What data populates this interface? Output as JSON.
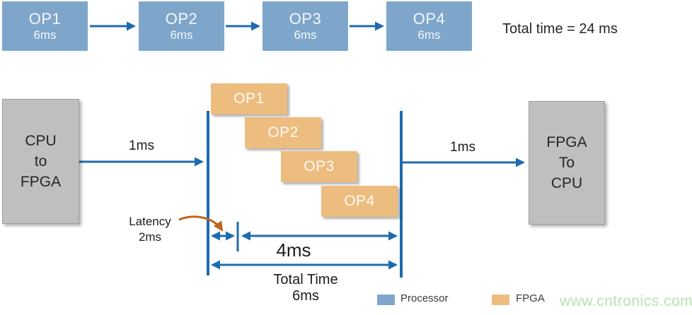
{
  "sequential_flow": {
    "steps": [
      {
        "label": "OP1",
        "time": "6ms"
      },
      {
        "label": "OP2",
        "time": "6ms"
      },
      {
        "label": "OP3",
        "time": "6ms"
      },
      {
        "label": "OP4",
        "time": "6ms"
      }
    ],
    "total_label": "Total time = 24 ms"
  },
  "pipelined_flow": {
    "input_box": {
      "lines": [
        "CPU",
        "to",
        "FPGA"
      ]
    },
    "output_box": {
      "lines": [
        "FPGA",
        "To",
        "CPU"
      ]
    },
    "input_transfer_time": "1ms",
    "output_transfer_time": "1ms",
    "ops": [
      {
        "label": "OP1"
      },
      {
        "label": "OP2"
      },
      {
        "label": "OP3"
      },
      {
        "label": "OP4"
      }
    ],
    "latency": {
      "line1": "Latency",
      "line2": "2ms"
    },
    "pipeline_span": "4ms",
    "total": {
      "line1": "Total Time",
      "line2": "6ms"
    }
  },
  "legend": {
    "items": [
      {
        "label": "Processor",
        "color": "#7EA6CB"
      },
      {
        "label": "FPGA",
        "color": "#EDBD80"
      }
    ]
  },
  "watermark": "www.cntronics.com",
  "colors": {
    "processor_box": "#7EA6CB",
    "fpga_box": "#EDBD80",
    "transfer_box": "#BFBFBF",
    "arrow": "#1D6BAF",
    "latency_callout": "#BE651D"
  }
}
